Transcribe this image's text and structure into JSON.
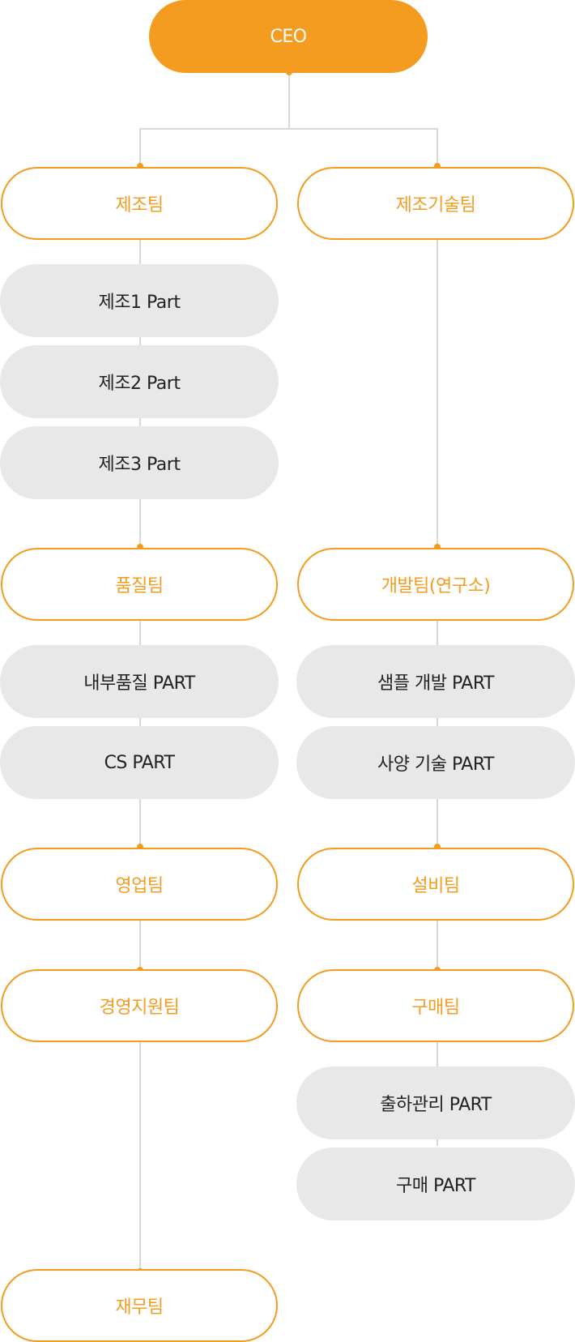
{
  "org_chart": {
    "ceo": {
      "label": "CEO"
    },
    "left_column": {
      "manufacturing_team": {
        "label": "제조팀"
      },
      "manufacturing_parts": [
        "제조1 Part",
        "제조2 Part",
        "제조3 Part"
      ],
      "quality_team": {
        "label": "품질팀"
      },
      "quality_parts": [
        "내부품질 PART",
        "CS PART"
      ],
      "sales_team": {
        "label": "영업팀"
      },
      "management_support_team": {
        "label": "경영지원팀"
      },
      "finance_team": {
        "label": "재무팀"
      }
    },
    "right_column": {
      "manufacturing_tech_team": {
        "label": "제조기술팀"
      },
      "development_team": {
        "label": "개발팀(연구소)"
      },
      "development_parts": [
        "샘플 개발 PART",
        "사양 기술 PART"
      ],
      "facilities_team": {
        "label": "설비팀"
      },
      "purchasing_team": {
        "label": "구매팀"
      },
      "purchasing_parts": [
        "출하관리 PART",
        "구매 PART"
      ]
    }
  },
  "colors": {
    "accent": "#f39c1f",
    "part_bg": "#e8e8e8",
    "connector": "#d9d9d9",
    "part_text": "#222222"
  }
}
